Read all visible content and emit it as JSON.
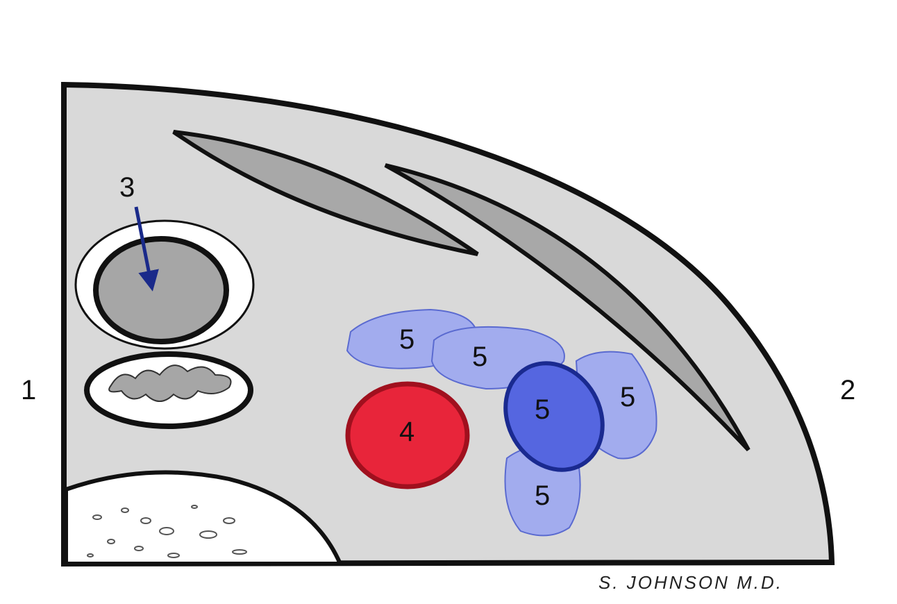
{
  "labels": {
    "side_left": "1",
    "side_right": "2",
    "arrow_label": "3",
    "red_vessel": "4",
    "blue_nodes": [
      "5",
      "5",
      "5",
      "5",
      "5"
    ]
  },
  "signature": "S. JOHNSON M.D.",
  "colors": {
    "background_tissue": "#d9d9d9",
    "muscle": "#a8a8a8",
    "red": "#e8253a",
    "light_blue": "#a2acee",
    "dark_blue": "#5566e0",
    "arrow": "#1a2a8a"
  }
}
